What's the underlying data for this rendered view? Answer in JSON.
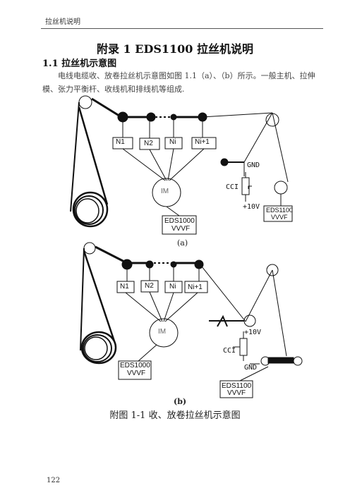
{
  "header": {
    "text": "拉丝机说明"
  },
  "title": "附录 1   EDS1100 拉丝机说明",
  "section": {
    "heading": "1.1  拉丝机示意图"
  },
  "paragraph": "电线电缆收、放卷拉丝机示意图如图 1.1（a）、（b）所示。一般主机、拉伸模、张力平衡杆、收线机和排线机等组成.",
  "diagram_a": {
    "drive_labels": [
      "N1",
      "N2",
      "Ni",
      "Ni+1"
    ],
    "motor_label": "IM",
    "gnd_label": "GND",
    "cci_label": "CCI",
    "voltage_label": "+10V",
    "eds1100_line1": "EDS1100",
    "eds1100_line2": "VVVF",
    "eds1000_line1": "EDS1000",
    "eds1000_line2": "VVVF",
    "sublabel": "(a)"
  },
  "diagram_b": {
    "drive_labels": [
      "N1",
      "N2",
      "Ni",
      "Ni+1"
    ],
    "motor_label": "IM",
    "voltage_label": "+10V",
    "cci_label": "CCI",
    "gnd_label": "GND",
    "eds1000_line1": "EDS1000",
    "eds1000_line2": "VVVF",
    "eds1100_line1": "EDS1100",
    "eds1100_line2": "VVVF",
    "sublabel": "(b)"
  },
  "caption": "附图 1-1  收、放卷拉丝机示意图",
  "page_number": "122"
}
